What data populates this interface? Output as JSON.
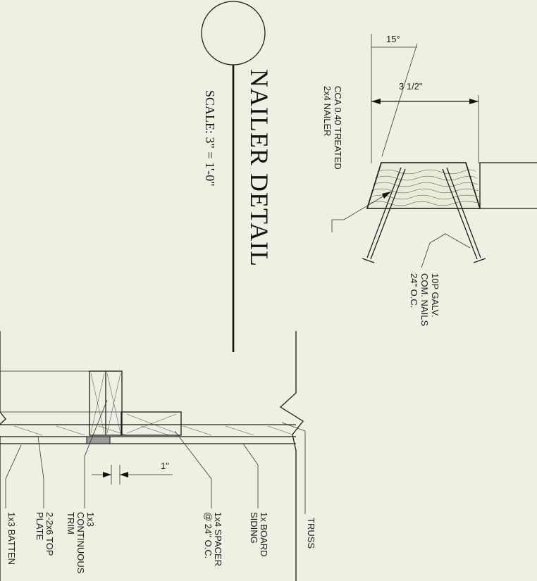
{
  "title": {
    "main": "NAILER DETAIL",
    "scale": "SCALE: 3\" = 1'-0\""
  },
  "nailer_detail": {
    "angle": "15°",
    "width": "3 1/2\"",
    "nailer_label": [
      "CCA 0.40 TREATED",
      "2x4 NAILER"
    ],
    "nail_label": [
      "10P GALV.",
      "COM. NAILS",
      "24\" O.C."
    ]
  },
  "section_detail": {
    "dimension": "1\"",
    "labels": [
      [
        "TRUSS"
      ],
      [
        "1x BOARD",
        "SIDING"
      ],
      [
        "1x4 SPACER",
        "@ 24\" O.C."
      ],
      [
        "1x3",
        "CONTINUOUS",
        "TRIM"
      ],
      [
        "2-2x6 TOP",
        "PLATE"
      ],
      [
        "1x3 BATTEN"
      ]
    ]
  }
}
